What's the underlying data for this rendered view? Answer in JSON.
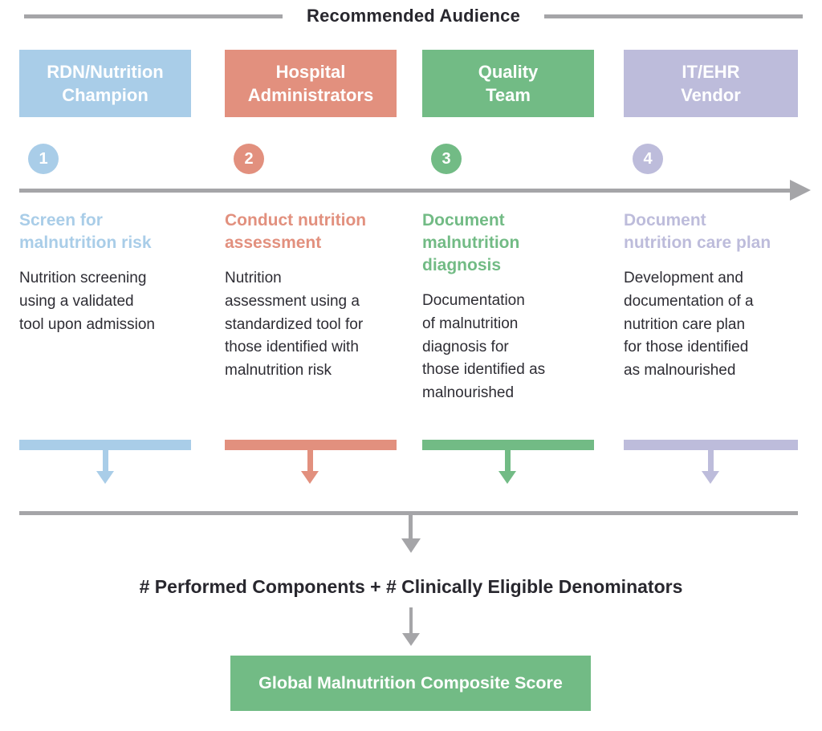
{
  "title": "Recommended Audience",
  "colors": {
    "blue": "#A9CDE8",
    "salmon": "#E2907E",
    "green": "#72BB85",
    "purple": "#BDBCDB",
    "gray": "#A5A5A8",
    "dark_text": "#28272E"
  },
  "columns": [
    {
      "audience": "RDN/Nutrition\nChampion",
      "step": "1",
      "heading": "Screen for\nmalnutrition risk",
      "body": "Nutrition screening\nusing a validated\ntool upon admission",
      "color": "#A9CDE8"
    },
    {
      "audience": "Hospital\nAdministrators",
      "step": "2",
      "heading": "Conduct nutrition\nassessment",
      "body": "Nutrition\nassessment using a\nstandardized tool for\nthose identified with\nmalnutrition risk",
      "color": "#E2907E"
    },
    {
      "audience": "Quality\nTeam",
      "step": "3",
      "heading": "Document\nmalnutrition\ndiagnosis",
      "body": "Documentation\nof malnutrition\ndiagnosis for\nthose identified as\nmalnourished",
      "color": "#72BB85"
    },
    {
      "audience": "IT/EHR\nVendor",
      "step": "4",
      "heading": "Document\nnutrition care plan",
      "body": "Development and\ndocumentation of a\nnutrition care plan\nfor those identified\nas malnourished",
      "color": "#BDBCDB"
    }
  ],
  "flow": {
    "formula": "# Performed Components + # Clinically Eligible Denominators",
    "result": "Global Malnutrition Composite Score"
  }
}
